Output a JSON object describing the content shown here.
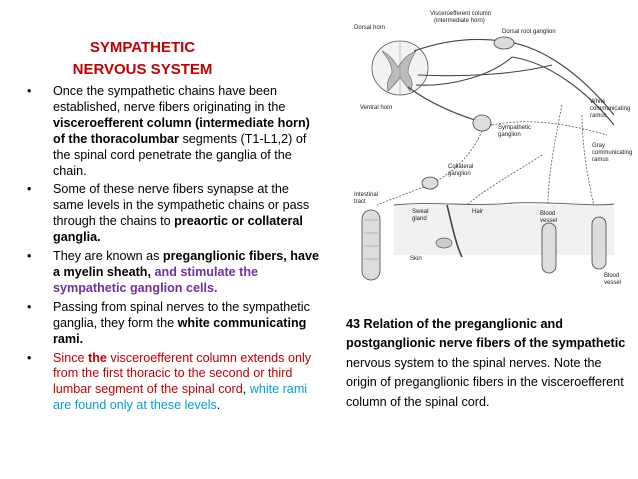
{
  "title": {
    "line1": "SYMPATHETIC",
    "line2": "NERVOUS SYSTEM"
  },
  "bullets": [
    {
      "mark": "•",
      "b1_t1": "Once the sympathetic chains have been established, nerve fibers originating in the ",
      "b1_s1": "visceroefferent column (intermediate horn) of the thoracolumbar",
      "b1_t2": " segments (T1-L1,2) of the spinal cord penetrate the ganglia of the chain."
    },
    {
      "mark": "•",
      "b2_t1": " Some of these nerve fibers synapse at the same levels in the sympathetic chains or pass through the chains to ",
      "b2_s1": "preaortic or collateral ganglia."
    },
    {
      "mark": "•",
      "b3_t1": " They are known as ",
      "b3_s1": "preganglionic fibers, have a myelin sheath,",
      "b3_s2": " and stimulate the sympathetic ganglion cells."
    },
    {
      "mark": "•",
      "b4_t1": " Passing from spinal nerves to the sympathetic ganglia, they form the ",
      "b4_s1": "white communicating rami."
    },
    {
      "mark": "•",
      "b5_s1": "Since ",
      "b5_s2": "the",
      "b5_s3": " visceroefferent column extends only from the first thoracic to the second or third lumbar segment of the spinal cord",
      "b5_s4": ", ",
      "b5_s5": "white rami are found only at these levels",
      "b5_s6": "."
    }
  ],
  "figure": {
    "labels": {
      "dorsal_horn": "Dorsal horn",
      "visc_col_1": "Visceroefferent column",
      "visc_col_2": "(intermediate horn)",
      "dorsal_root_ganglion": "Dorsal root ganglion",
      "ventral_horn": "Ventral horn",
      "white_rami_1": "White",
      "white_rami_2": "communicating",
      "white_rami_3": "ramus",
      "symp_gang_1": "Sympathetic",
      "symp_gang_2": "ganglion",
      "gray_rami_1": "Gray",
      "gray_rami_2": "communicating",
      "gray_rami_3": "ramus",
      "collateral_1": "Collateral",
      "collateral_2": "ganglion",
      "intestinal_1": "Intestinal",
      "intestinal_2": "tract",
      "sweat_1": "Sweat",
      "sweat_2": "gland",
      "hair": "Hair",
      "skin": "Skin",
      "blood1_1": "Blood",
      "blood1_2": "vessel",
      "blood2_1": "Blood",
      "blood2_2": "vessel"
    }
  },
  "caption": {
    "c_s1": "43 Relation of the preganglionic and postganglionic nerve fibers of the sympathetic",
    "c_t1": " nervous system to the spinal nerves. Note the origin of preganglionic fibers in the visceroefferent column of the spinal cord."
  }
}
